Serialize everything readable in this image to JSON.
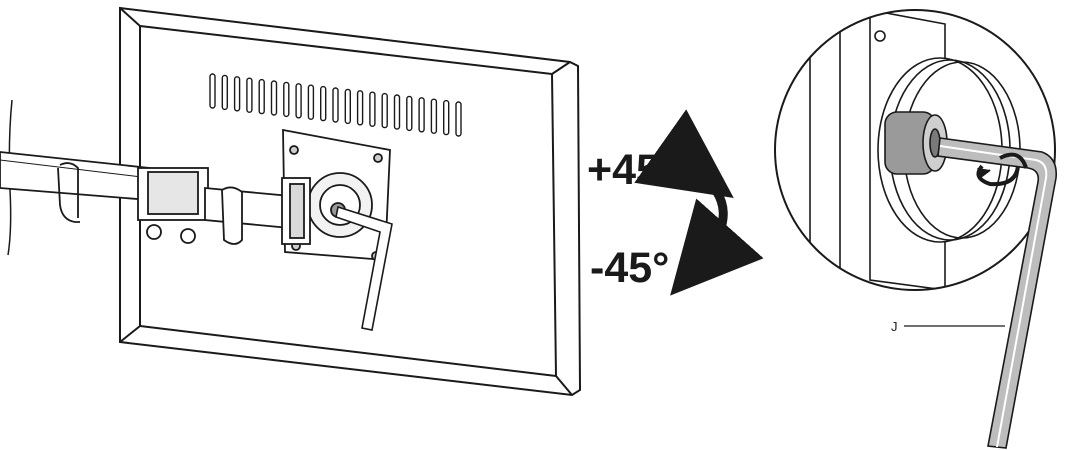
{
  "diagram": {
    "tilt_up_label": "+45°",
    "tilt_down_label": "-45°",
    "tool_callout_label": "J",
    "colors": {
      "line": "#1a1a1a",
      "mid_gray": "#9a9a9a",
      "light_gray": "#d9d9d9",
      "background": "#ffffff"
    },
    "icons": [
      "rotation-arrow-icon",
      "twist-arrow-icon"
    ]
  }
}
